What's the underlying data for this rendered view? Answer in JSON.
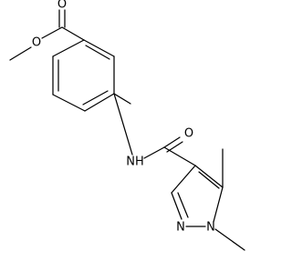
{
  "structure": {
    "atoms": {
      "carbonyl_oxygen_ester": "O",
      "ether_oxygen_ester": "O",
      "amide_nitrogen": "NH",
      "carbonyl_oxygen_amide": "O",
      "pyrazole_n1": "N",
      "pyrazole_n2": "N"
    }
  }
}
